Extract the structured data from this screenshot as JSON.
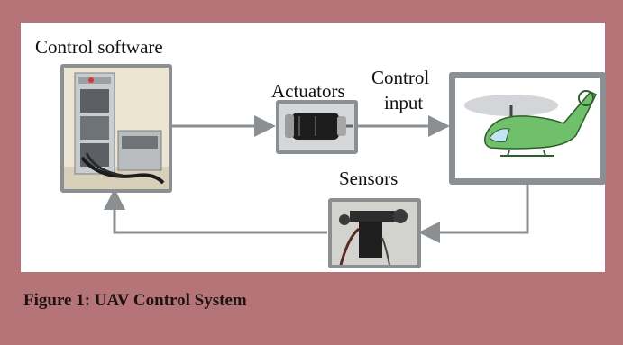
{
  "diagram": {
    "labels": {
      "control_software": "Control software",
      "actuators": "Actuators",
      "control_input_line1": "Control",
      "control_input_line2": "input",
      "sensors": "Sensors"
    },
    "colors": {
      "frame": "#b57478",
      "arrow": "#8b8f92",
      "box_border": "#8b8f92"
    },
    "icons": [
      "server-rack-icon",
      "electric-motor-icon",
      "helicopter-icon",
      "sensor-device-icon"
    ]
  },
  "caption": "Figure 1: UAV Control System"
}
